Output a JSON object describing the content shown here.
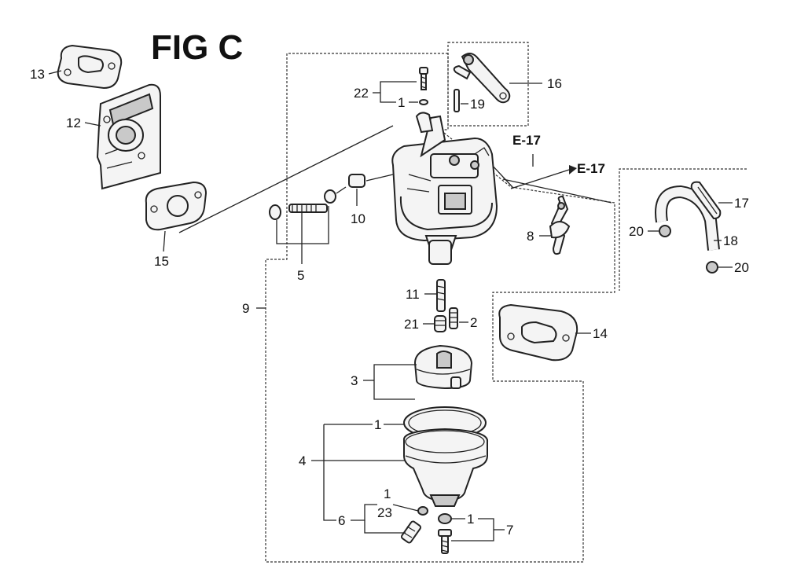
{
  "figure": {
    "title": "FIG C",
    "references": [
      "E-17",
      "E-17"
    ]
  },
  "callouts": {
    "c1a": "1",
    "c1b": "1",
    "c1c": "1",
    "c1d": "1",
    "c2": "2",
    "c3": "3",
    "c4": "4",
    "c5": "5",
    "c6": "6",
    "c7": "7",
    "c8": "8",
    "c9": "9",
    "c10": "10",
    "c11": "11",
    "c12": "12",
    "c13": "13",
    "c14": "14",
    "c15": "15",
    "c16": "16",
    "c17": "17",
    "c18": "18",
    "c19": "19",
    "c20a": "20",
    "c20b": "20",
    "c21": "21",
    "c22": "22",
    "c23": "23"
  }
}
